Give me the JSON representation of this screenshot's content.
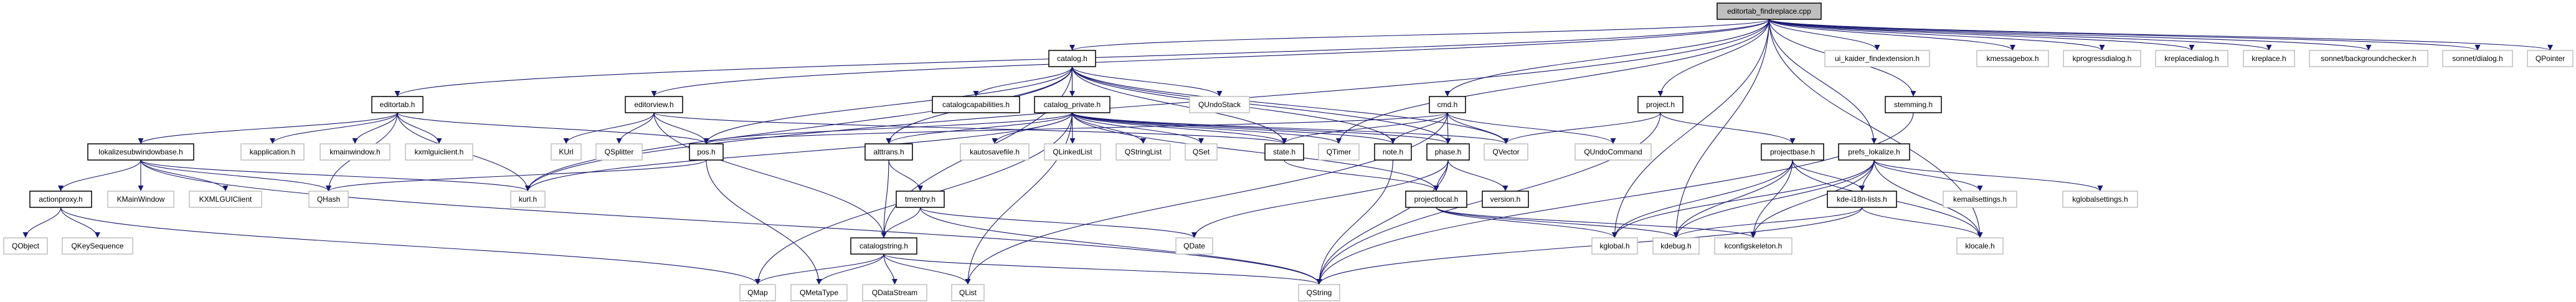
{
  "graph": {
    "type": "include-dependency-graph",
    "colors": {
      "edge": "#191970",
      "root_fill": "#bfbfbf",
      "documented_border": "#000000",
      "external_border": "#bfbfbf",
      "background": "#ffffff"
    },
    "nodes": [
      {
        "id": "root",
        "label": "editortab_findreplace.cpp",
        "kind": "root"
      },
      {
        "id": "catalog_h",
        "label": "catalog.h",
        "kind": "documented"
      },
      {
        "id": "ui_kaider",
        "label": "ui_kaider_findextension.h",
        "kind": "external"
      },
      {
        "id": "kmessagebox",
        "label": "kmessagebox.h",
        "kind": "external"
      },
      {
        "id": "kprogressdialog",
        "label": "kprogressdialog.h",
        "kind": "external"
      },
      {
        "id": "kreplacedialog",
        "label": "kreplacedialog.h",
        "kind": "external"
      },
      {
        "id": "kreplace",
        "label": "kreplace.h",
        "kind": "external"
      },
      {
        "id": "sonnet_bg",
        "label": "sonnet/backgroundchecker.h",
        "kind": "external"
      },
      {
        "id": "sonnet_dialog",
        "label": "sonnet/dialog.h",
        "kind": "external"
      },
      {
        "id": "QPointer",
        "label": "QPointer",
        "kind": "external"
      },
      {
        "id": "editortab_h",
        "label": "editortab.h",
        "kind": "documented"
      },
      {
        "id": "editorview_h",
        "label": "editorview.h",
        "kind": "documented"
      },
      {
        "id": "catalogcapabilities",
        "label": "catalogcapabilities.h",
        "kind": "documented"
      },
      {
        "id": "catalog_private",
        "label": "catalog_private.h",
        "kind": "documented"
      },
      {
        "id": "QUndoStack",
        "label": "QUndoStack",
        "kind": "external"
      },
      {
        "id": "cmd_h",
        "label": "cmd.h",
        "kind": "documented"
      },
      {
        "id": "project_h",
        "label": "project.h",
        "kind": "documented"
      },
      {
        "id": "stemming_h",
        "label": "stemming.h",
        "kind": "documented"
      },
      {
        "id": "lokalizesub",
        "label": "lokalizesubwindowbase.h",
        "kind": "documented"
      },
      {
        "id": "kapplication",
        "label": "kapplication.h",
        "kind": "external"
      },
      {
        "id": "kmainwindow",
        "label": "kmainwindow.h",
        "kind": "external"
      },
      {
        "id": "kxmlguiclient",
        "label": "kxmlguiclient.h",
        "kind": "external"
      },
      {
        "id": "KUrl",
        "label": "KUrl",
        "kind": "external"
      },
      {
        "id": "QSplitter",
        "label": "QSplitter",
        "kind": "external"
      },
      {
        "id": "pos_h",
        "label": "pos.h",
        "kind": "documented"
      },
      {
        "id": "alttrans_h",
        "label": "alttrans.h",
        "kind": "documented"
      },
      {
        "id": "kautosavefile",
        "label": "kautosavefile.h",
        "kind": "external"
      },
      {
        "id": "QLinkedList",
        "label": "QLinkedList",
        "kind": "external"
      },
      {
        "id": "QStringList",
        "label": "QStringList",
        "kind": "external"
      },
      {
        "id": "QSet",
        "label": "QSet",
        "kind": "external"
      },
      {
        "id": "state_h",
        "label": "state.h",
        "kind": "documented"
      },
      {
        "id": "QTimer",
        "label": "QTimer",
        "kind": "external"
      },
      {
        "id": "note_h",
        "label": "note.h",
        "kind": "documented"
      },
      {
        "id": "phase_h",
        "label": "phase.h",
        "kind": "documented"
      },
      {
        "id": "QVector",
        "label": "QVector",
        "kind": "external"
      },
      {
        "id": "QUndoCommand",
        "label": "QUndoCommand",
        "kind": "external"
      },
      {
        "id": "projectbase_h",
        "label": "projectbase.h",
        "kind": "documented"
      },
      {
        "id": "prefs_lokalize",
        "label": "prefs_lokalize.h",
        "kind": "documented"
      },
      {
        "id": "actionproxy_h",
        "label": "actionproxy.h",
        "kind": "documented"
      },
      {
        "id": "KMainWindow",
        "label": "KMainWindow",
        "kind": "external"
      },
      {
        "id": "KXMLGUIClient",
        "label": "KXMLGUIClient",
        "kind": "external"
      },
      {
        "id": "QHash",
        "label": "QHash",
        "kind": "external"
      },
      {
        "id": "kurl_h",
        "label": "kurl.h",
        "kind": "external"
      },
      {
        "id": "tmentry_h",
        "label": "tmentry.h",
        "kind": "documented"
      },
      {
        "id": "projectlocal_h",
        "label": "projectlocal.h",
        "kind": "documented"
      },
      {
        "id": "version_h",
        "label": "version.h",
        "kind": "documented"
      },
      {
        "id": "kde_i18n",
        "label": "kde-i18n-lists.h",
        "kind": "documented"
      },
      {
        "id": "kemailsettings",
        "label": "kemailsettings.h",
        "kind": "external"
      },
      {
        "id": "kglobalsettings",
        "label": "kglobalsettings.h",
        "kind": "external"
      },
      {
        "id": "QObject",
        "label": "QObject",
        "kind": "external"
      },
      {
        "id": "QKeySequence",
        "label": "QKeySequence",
        "kind": "external"
      },
      {
        "id": "catalogstring_h",
        "label": "catalogstring.h",
        "kind": "documented"
      },
      {
        "id": "QDate",
        "label": "QDate",
        "kind": "external"
      },
      {
        "id": "kglobal_h",
        "label": "kglobal.h",
        "kind": "external"
      },
      {
        "id": "kdebug_h",
        "label": "kdebug.h",
        "kind": "external"
      },
      {
        "id": "kconfigskeleton",
        "label": "kconfigskeleton.h",
        "kind": "external"
      },
      {
        "id": "klocale_h",
        "label": "klocale.h",
        "kind": "external"
      },
      {
        "id": "QMap",
        "label": "QMap",
        "kind": "external"
      },
      {
        "id": "QMetaType",
        "label": "QMetaType",
        "kind": "external"
      },
      {
        "id": "QDataStream",
        "label": "QDataStream",
        "kind": "external"
      },
      {
        "id": "QList",
        "label": "QList",
        "kind": "external"
      },
      {
        "id": "QString",
        "label": "QString",
        "kind": "external"
      }
    ],
    "edges": [
      [
        "root",
        "editortab_h"
      ],
      [
        "root",
        "editorview_h"
      ],
      [
        "root",
        "catalog_h"
      ],
      [
        "root",
        "kurl_h"
      ],
      [
        "root",
        "cmd_h"
      ],
      [
        "root",
        "project_h"
      ],
      [
        "root",
        "ui_kaider"
      ],
      [
        "root",
        "kmessagebox"
      ],
      [
        "root",
        "kprogressdialog"
      ],
      [
        "root",
        "kreplacedialog"
      ],
      [
        "root",
        "kreplace"
      ],
      [
        "root",
        "sonnet_bg"
      ],
      [
        "root",
        "sonnet_dialog"
      ],
      [
        "root",
        "QPointer"
      ],
      [
        "root",
        "stemming_h"
      ],
      [
        "root",
        "prefs_lokalize"
      ],
      [
        "root",
        "kglobal_h"
      ],
      [
        "root",
        "kdebug_h"
      ],
      [
        "root",
        "klocale_h"
      ],
      [
        "root",
        "QTimer"
      ],
      [
        "editortab_h",
        "lokalizesub"
      ],
      [
        "editortab_h",
        "kapplication"
      ],
      [
        "editortab_h",
        "kmainwindow"
      ],
      [
        "editortab_h",
        "kxmlguiclient"
      ],
      [
        "editortab_h",
        "kurl_h"
      ],
      [
        "editortab_h",
        "QHash"
      ],
      [
        "editortab_h",
        "pos_h"
      ],
      [
        "lokalizesub",
        "actionproxy_h"
      ],
      [
        "lokalizesub",
        "KMainWindow"
      ],
      [
        "lokalizesub",
        "KXMLGUIClient"
      ],
      [
        "lokalizesub",
        "QHash"
      ],
      [
        "lokalizesub",
        "kurl_h"
      ],
      [
        "lokalizesub",
        "QString"
      ],
      [
        "actionproxy_h",
        "QObject"
      ],
      [
        "actionproxy_h",
        "QKeySequence"
      ],
      [
        "actionproxy_h",
        "QMap"
      ],
      [
        "editorview_h",
        "KUrl"
      ],
      [
        "editorview_h",
        "QSplitter"
      ],
      [
        "editorview_h",
        "pos_h"
      ],
      [
        "editorview_h",
        "catalogstring_h"
      ],
      [
        "editorview_h",
        "state_h"
      ],
      [
        "catalog_h",
        "catalogcapabilities"
      ],
      [
        "catalog_h",
        "catalog_private"
      ],
      [
        "catalog_h",
        "QUndoStack"
      ],
      [
        "catalog_h",
        "pos_h"
      ],
      [
        "catalog_h",
        "alttrans_h"
      ],
      [
        "catalog_h",
        "catalogstring_h"
      ],
      [
        "catalog_h",
        "state_h"
      ],
      [
        "catalog_h",
        "kurl_h"
      ],
      [
        "catalog_h",
        "phase_h"
      ],
      [
        "catalog_h",
        "note_h"
      ],
      [
        "catalog_h",
        "QVector"
      ],
      [
        "catalog_private",
        "pos_h"
      ],
      [
        "catalog_private",
        "alttrans_h"
      ],
      [
        "catalog_private",
        "kautosavefile"
      ],
      [
        "catalog_private",
        "QLinkedList"
      ],
      [
        "catalog_private",
        "QStringList"
      ],
      [
        "catalog_private",
        "QSet"
      ],
      [
        "catalog_private",
        "state_h"
      ],
      [
        "catalog_private",
        "QMap"
      ],
      [
        "catalog_private",
        "QList"
      ],
      [
        "catalog_private",
        "kurl_h"
      ],
      [
        "catalog_private",
        "note_h"
      ],
      [
        "catalog_private",
        "phase_h"
      ],
      [
        "catalog_private",
        "QTimer"
      ],
      [
        "catalog_private",
        "QVector"
      ],
      [
        "catalog_private",
        "projectlocal_h"
      ],
      [
        "pos_h",
        "QHash"
      ],
      [
        "pos_h",
        "QMetaType"
      ],
      [
        "alttrans_h",
        "catalogstring_h"
      ],
      [
        "alttrans_h",
        "tmentry_h"
      ],
      [
        "tmentry_h",
        "catalogstring_h"
      ],
      [
        "tmentry_h",
        "QDate"
      ],
      [
        "tmentry_h",
        "QString"
      ],
      [
        "catalogstring_h",
        "QMap"
      ],
      [
        "catalogstring_h",
        "QMetaType"
      ],
      [
        "catalogstring_h",
        "QDataStream"
      ],
      [
        "catalogstring_h",
        "QList"
      ],
      [
        "catalogstring_h",
        "QString"
      ],
      [
        "cmd_h",
        "pos_h"
      ],
      [
        "cmd_h",
        "state_h"
      ],
      [
        "cmd_h",
        "note_h"
      ],
      [
        "cmd_h",
        "phase_h"
      ],
      [
        "cmd_h",
        "QUndoCommand"
      ],
      [
        "cmd_h",
        "QVector"
      ],
      [
        "cmd_h",
        "QList"
      ],
      [
        "note_h",
        "QString"
      ],
      [
        "phase_h",
        "projectlocal_h"
      ],
      [
        "phase_h",
        "version_h"
      ],
      [
        "phase_h",
        "QDate"
      ],
      [
        "phase_h",
        "QString"
      ],
      [
        "state_h",
        "projectlocal_h"
      ],
      [
        "project_h",
        "QVector"
      ],
      [
        "project_h",
        "projectbase_h"
      ],
      [
        "project_h",
        "QString"
      ],
      [
        "projectlocal_h",
        "kglobal_h"
      ],
      [
        "projectlocal_h",
        "kdebug_h"
      ],
      [
        "projectlocal_h",
        "kconfigskeleton"
      ],
      [
        "projectbase_h",
        "kglobal_h"
      ],
      [
        "projectbase_h",
        "kdebug_h"
      ],
      [
        "projectbase_h",
        "kconfigskeleton"
      ],
      [
        "projectbase_h",
        "kde_i18n"
      ],
      [
        "projectbase_h",
        "klocale_h"
      ],
      [
        "prefs_lokalize",
        "kde_i18n"
      ],
      [
        "prefs_lokalize",
        "kglobal_h"
      ],
      [
        "prefs_lokalize",
        "kdebug_h"
      ],
      [
        "prefs_lokalize",
        "kconfigskeleton"
      ],
      [
        "prefs_lokalize",
        "kemailsettings"
      ],
      [
        "prefs_lokalize",
        "kglobalsettings"
      ],
      [
        "prefs_lokalize",
        "klocale_h"
      ],
      [
        "kde_i18n",
        "kdebug_h"
      ],
      [
        "kde_i18n",
        "QString"
      ],
      [
        "kde_i18n",
        "klocale_h"
      ],
      [
        "stemming_h",
        "QString"
      ]
    ]
  }
}
